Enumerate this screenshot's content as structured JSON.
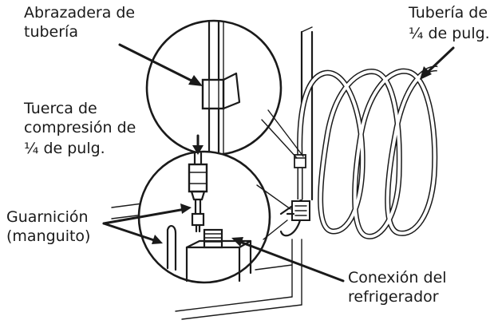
{
  "labels": {
    "pipe_clamp_1": "Abrazadera de",
    "pipe_clamp_2": "tubería",
    "tubing_1": "Tubería de",
    "tubing_2": "¼ de pulg.",
    "nut_1": "Tuerca de",
    "nut_2": "compresión de",
    "nut_3": "¼ de pulg.",
    "sleeve_1": "Guarnición",
    "sleeve_2": "(manguito)",
    "fridge_1": "Conexión del",
    "fridge_2": "refrigerador"
  },
  "colors": {
    "ink": "#1a1a1a",
    "background": "#ffffff"
  }
}
